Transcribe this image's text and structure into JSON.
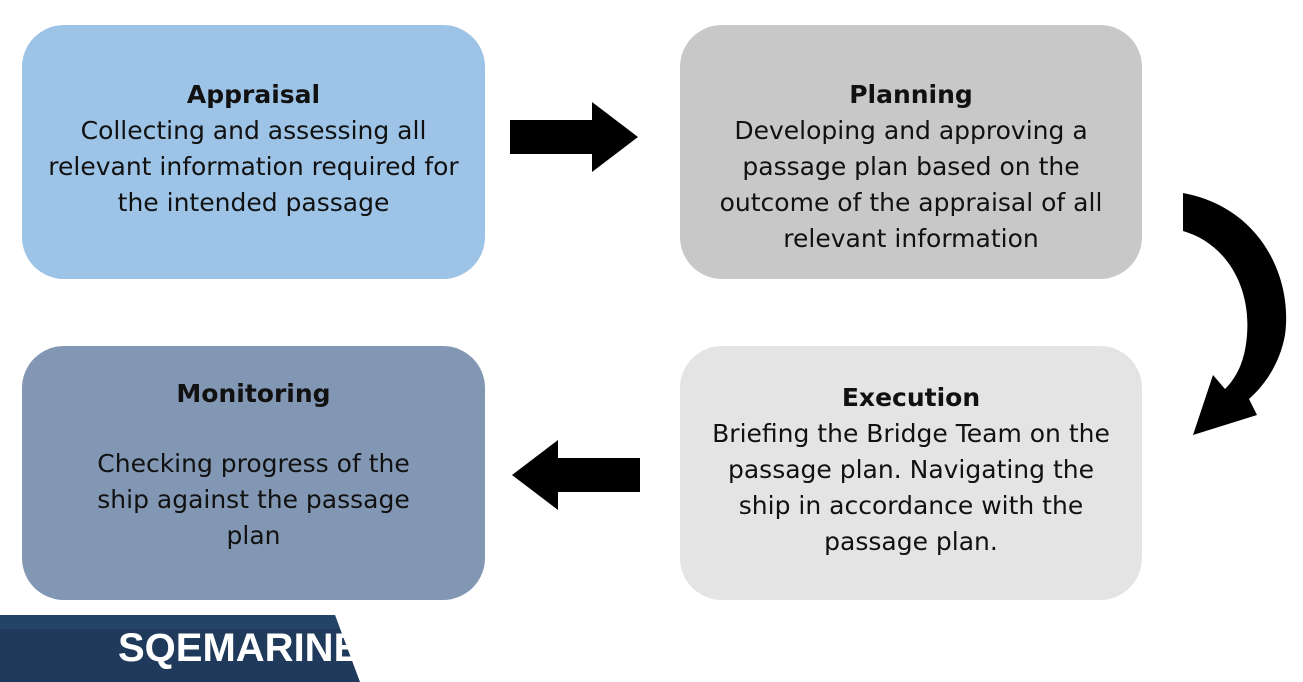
{
  "diagram": {
    "boxes": {
      "appraisal": {
        "title": "Appraisal",
        "description": "Collecting and assessing all relevant information required for the intended passage"
      },
      "planning": {
        "title": "Planning",
        "description": "Developing and approving a passage plan based on the outcome of the appraisal of all relevant information"
      },
      "execution": {
        "title": "Execution",
        "description": "Briefing the Bridge Team on the passage plan. Navigating the ship in accordance with the passage plan."
      },
      "monitoring": {
        "title": "Monitoring",
        "description": "Checking progress of the ship against the passage plan"
      }
    },
    "colors": {
      "appraisal": "#9dc3e6",
      "planning": "#c8c8c8",
      "execution": "#e4e4e4",
      "monitoring": "#8297b3",
      "arrow": "#000000"
    },
    "arrows": [
      {
        "from": "appraisal",
        "to": "planning",
        "icon": "arrow-right-icon"
      },
      {
        "from": "planning",
        "to": "execution",
        "icon": "curved-arrow-icon"
      },
      {
        "from": "execution",
        "to": "monitoring",
        "icon": "arrow-left-icon"
      }
    ]
  },
  "logo": {
    "text": "SQEMARINE",
    "background_color": "#1f3a5a"
  }
}
